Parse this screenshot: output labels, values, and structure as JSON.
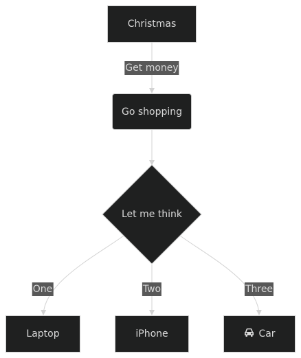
{
  "nodes": {
    "christmas": "Christmas",
    "shopping": "Go shopping",
    "think": "Let me think",
    "laptop": "Laptop",
    "iphone": "iPhone",
    "car": "Car",
    "car_icon": "car-icon"
  },
  "edges": {
    "get_money": "Get money",
    "one": "One",
    "two": "Two",
    "three": "Three"
  },
  "colors": {
    "node_fill": "#1f2020",
    "node_border": "#cccccc",
    "node_text": "#d9d9d9",
    "edge_line": "#d3d3d3",
    "edge_label_bg": "#585858"
  }
}
